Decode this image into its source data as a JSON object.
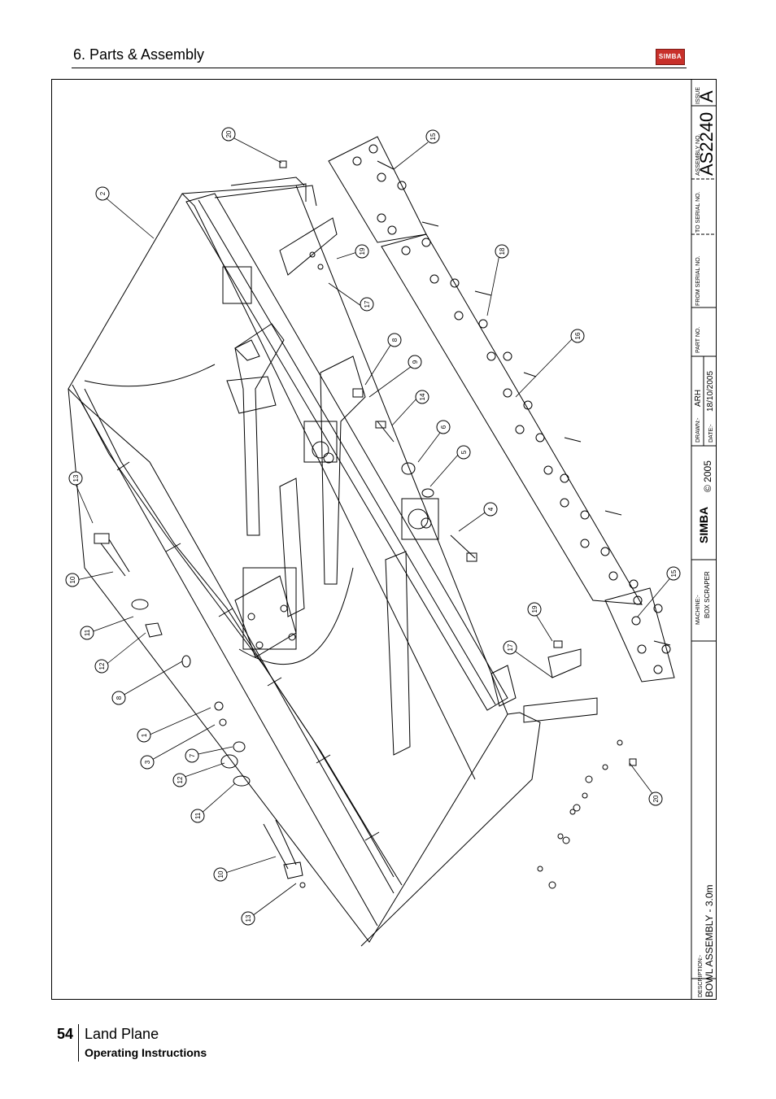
{
  "header": {
    "section_title": "6. Parts & Assembly",
    "logo_text": "SIMBA"
  },
  "title_block": {
    "issue_label": "ISSUE",
    "issue": "A",
    "assembly_no_label": "ASSEMBLY NO.",
    "assembly_no": "AS2240",
    "to_serial_label": "TO SERIAL NO.",
    "from_serial_label": "FROM SERIAL NO.",
    "part_no_label": "PART NO.",
    "drawn_label": "DRAWN:-",
    "drawn_by": "ARH",
    "date_label": "DATE:-",
    "date": "18/10/2005",
    "brand": "SIMBA",
    "copyright": "© 2005",
    "machine_label": "MACHINE:-",
    "machine": "BOX SCRAPER",
    "description_label": "DESCRIPTION:-",
    "description": "BOWL ASSEMBLY - 3.0m"
  },
  "callouts": [
    "20",
    "2",
    "15",
    "19",
    "17",
    "18",
    "8",
    "9",
    "16",
    "14",
    "6",
    "5",
    "4",
    "13",
    "10",
    "11",
    "12",
    "8",
    "1",
    "3",
    "7",
    "12",
    "11",
    "10",
    "13",
    "19",
    "17",
    "15",
    "20"
  ],
  "footer": {
    "page_number": "54",
    "title": "Land Plane",
    "subtitle": "Operating Instructions"
  },
  "colors": {
    "line": "#000000",
    "logo_red": "#c8302a"
  }
}
